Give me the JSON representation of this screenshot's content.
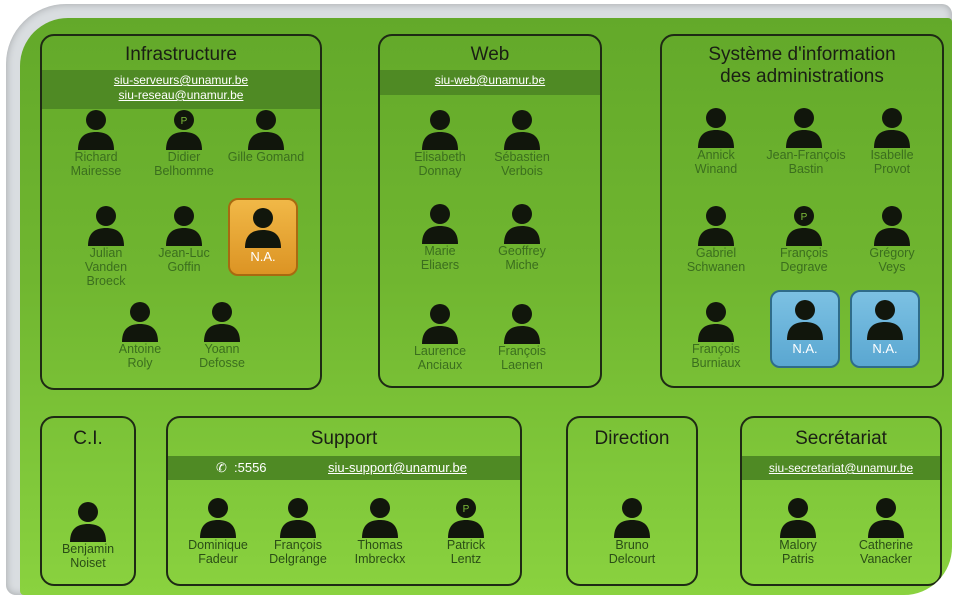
{
  "groups": {
    "infrastructure": {
      "title": "Infrastructure",
      "emails": [
        "siu-serveurs@unamur.be",
        "siu-reseau@unamur.be"
      ],
      "people": [
        {
          "name": "Richard Mairesse"
        },
        {
          "name": "Didier Belhomme",
          "badge": "P"
        },
        {
          "name": "Gille Gomand"
        },
        {
          "name": "Julian Vanden Broeck"
        },
        {
          "name": "Jean-Luc Goffin"
        },
        {
          "name": "Antoine Roly"
        },
        {
          "name": "Yoann Defosse"
        }
      ],
      "vacancy": "N.A."
    },
    "web": {
      "title": "Web",
      "emails": [
        "siu-web@unamur.be"
      ],
      "people": [
        {
          "name": "Elisabeth Donnay"
        },
        {
          "name": "Sébastien Verbois"
        },
        {
          "name": "Marie Eliaers"
        },
        {
          "name": "Geoffrey Miche"
        },
        {
          "name": "Laurence Anciaux"
        },
        {
          "name": "François Laenen"
        }
      ]
    },
    "sia": {
      "title_line1": "Système d'information",
      "title_line2": "des administrations",
      "people": [
        {
          "name": "Annick Winand"
        },
        {
          "name": "Jean-François Bastin"
        },
        {
          "name": "Isabelle Provot"
        },
        {
          "name": "Gabriel Schwanen"
        },
        {
          "name": "François Degrave",
          "badge": "P"
        },
        {
          "name": "Grégory Veys"
        },
        {
          "name": "François Burniaux"
        }
      ],
      "vacancies": [
        "N.A.",
        "N.A."
      ]
    },
    "ci": {
      "title": "C.I.",
      "people": [
        {
          "name": "Benjamin Noiset"
        }
      ]
    },
    "support": {
      "title": "Support",
      "phone_icon": "phone-icon",
      "phone": ":5556",
      "email": "siu-support@unamur.be",
      "people": [
        {
          "name": "Dominique Fadeur"
        },
        {
          "name": "François Delgrange"
        },
        {
          "name": "Thomas Imbreckx"
        },
        {
          "name": "Patrick Lentz",
          "badge": "P"
        }
      ]
    },
    "direction": {
      "title": "Direction",
      "people": [
        {
          "name": "Bruno Delcourt"
        }
      ]
    },
    "secretariat": {
      "title": "Secrétariat",
      "email": "siu-secretariat@unamur.be",
      "people": [
        {
          "name": "Malory Patris"
        },
        {
          "name": "Catherine Vanacker"
        }
      ]
    }
  },
  "colors": {
    "background": "#70b630",
    "strip": "#4f8a24",
    "name_text": "#3b6e1e",
    "vacancy_orange": "#e6a634",
    "vacancy_blue": "#6bb4da"
  }
}
